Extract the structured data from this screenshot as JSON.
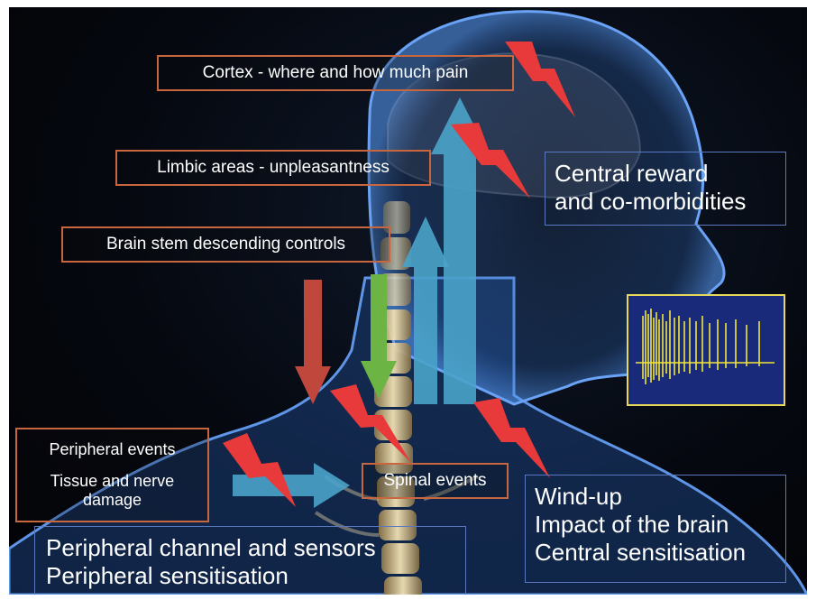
{
  "labels": {
    "cortex": "Cortex - where and how much pain",
    "limbic": "Limbic areas - unpleasantness",
    "brainstem": "Brain stem descending controls",
    "spinal": "Spinal events",
    "peripheral_events": "Peripheral events",
    "tissue_line1": "Tissue and nerve",
    "tissue_line2": "damage"
  },
  "notes": {
    "central_reward_line1": "Central reward",
    "central_reward_line2": "and co-morbidities",
    "windup_line1": "Wind-up",
    "windup_line2": "Impact of the brain",
    "windup_line3": "Central sensitisation",
    "peripheral_line1": "Peripheral channel and sensors",
    "peripheral_line2": "Peripheral sensitisation"
  },
  "colors": {
    "label_border": "#c8673f",
    "note_border": "#5a78c0",
    "ascending_arrow": "#4aa3c9",
    "descending_red": "#c0473b",
    "descending_green": "#6cb544",
    "lightning": "#e83a3a",
    "trace_panel": "#1a2a7a",
    "trace_line": "#f2e63a"
  },
  "icons": [
    "lightning-bolt-icon",
    "up-arrow-icon",
    "down-arrow-icon",
    "right-arrow-icon",
    "nerve-recording-trace"
  ]
}
